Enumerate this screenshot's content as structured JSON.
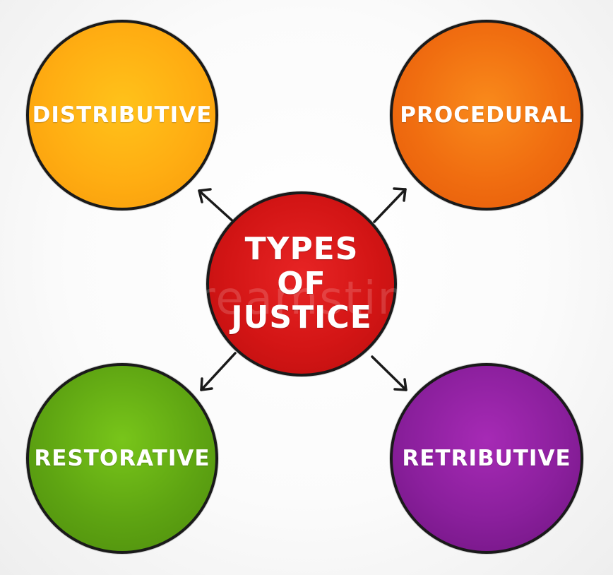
{
  "diagram": {
    "center": {
      "label": "TYPES OF JUSTICE",
      "color": "#d31515"
    },
    "nodes": [
      {
        "key": "distributive",
        "label": "DISTRIBUTIVE",
        "color": "#ffad12"
      },
      {
        "key": "procedural",
        "label": "PROCEDURAL",
        "color": "#f06d10"
      },
      {
        "key": "restorative",
        "label": "RESTORATIVE",
        "color": "#5ea412"
      },
      {
        "key": "retributive",
        "label": "RETRIBUTIVE",
        "color": "#8a1f9c"
      }
    ],
    "outline_color": "#1a1a1a",
    "edges": [
      {
        "from": "center",
        "to": "distributive"
      },
      {
        "from": "center",
        "to": "procedural"
      },
      {
        "from": "center",
        "to": "restorative"
      },
      {
        "from": "center",
        "to": "retributive"
      }
    ]
  },
  "watermark": "dreamstime"
}
